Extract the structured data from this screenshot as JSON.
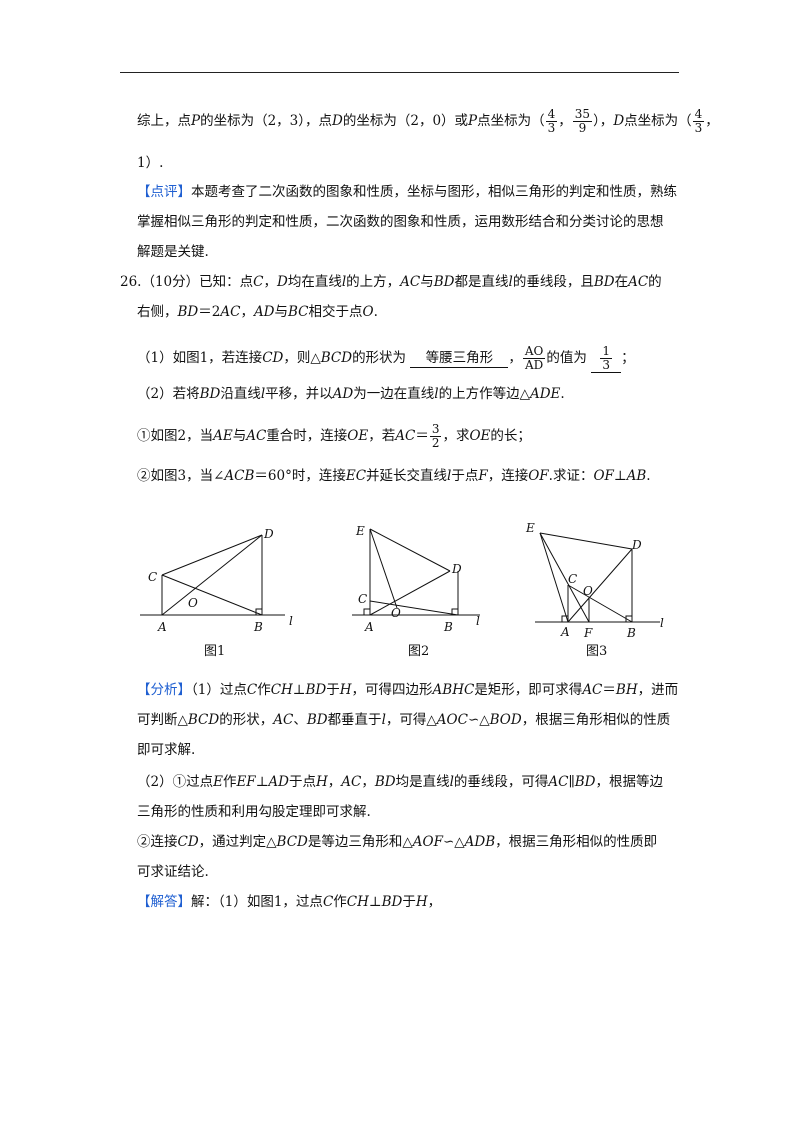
{
  "conclusion": {
    "prefix": "综上，点",
    "p1": "P",
    "t1": "的坐标为（2，3），点",
    "d1": "D",
    "t2": "的坐标为（2，0）或",
    "p2": "P",
    "t3": "点坐标为（",
    "f1_num": "4",
    "f1_den": "3",
    "comma": "，",
    "f2_num": "35",
    "f2_den": "9",
    "t4": "），",
    "d2": "D",
    "t5": "点坐标为（",
    "f3_num": "4",
    "f3_den": "3",
    "comma2": "，",
    "line2": "1）."
  },
  "comment": {
    "tag": "【点评】",
    "line1": "本题考查了二次函数的图象和性质，坐标与图形，相似三角形的判定和性质，熟练",
    "line2": "掌握相似三角形的判定和性质，二次函数的图象和性质，运用数形结合和分类讨论的思想",
    "line3": "解题是关键."
  },
  "problem": {
    "number": "26.（10分）已知：点",
    "c": "C",
    "sep1": "，",
    "d": "D",
    "t1": "均在直线",
    "l1": "l",
    "t2": "的上方，",
    "ac": "AC",
    "t3": "与",
    "bd": "BD",
    "t4": "都是直线",
    "l2": "l",
    "t5": "的垂线段，且",
    "bd2": "BD",
    "t6": "在",
    "ac2": "AC",
    "t7": "的",
    "line2_a": "右侧，",
    "bd3": "BD",
    "line2_b": "＝2",
    "ac3": "AC",
    "line2_c": "，",
    "ad": "AD",
    "line2_d": "与",
    "bc": "BC",
    "line2_e": "相交于点",
    "o": "O",
    "line2_f": "."
  },
  "part1": {
    "a": "（1）如图1，若连接",
    "cd": "CD",
    "b": "，则△",
    "bcd": "BCD",
    "c": "的形状为",
    "answer1": "等腰三角形",
    "d": "，",
    "frac_num": "AO",
    "frac_den": "AD",
    "e": "的值为",
    "ans_num": "1",
    "ans_den": "3",
    "f": "；"
  },
  "part2": {
    "a": "（2）若将",
    "bd": "BD",
    "b": "沿直线",
    "l": "l",
    "c": "平移，并以",
    "ad": "AD",
    "d": "为一边在直线",
    "l2": "l",
    "e": "的上方作等边△",
    "ade": "ADE",
    "f": "."
  },
  "sub1": {
    "a": "①如图2，当",
    "ae": "AE",
    "b": "与",
    "ac": "AC",
    "c": "重合时，连接",
    "oe": "OE",
    "d": "，若",
    "ac2": "AC",
    "e": "＝",
    "num": "3",
    "den": "2",
    "f": "，求",
    "oe2": "OE",
    "g": "的长；"
  },
  "sub2": {
    "a": "②如图3，当∠",
    "acb": "ACB",
    "b": "＝60°时，连接",
    "ec": "EC",
    "c": "并延长交直线",
    "l": "l",
    "d": "于点",
    "f1": "F",
    "e": "，连接",
    "of": "OF",
    "f": ".求证：",
    "of2": "OF",
    "g": "⊥",
    "ab": "AB",
    "h": "."
  },
  "figures": {
    "fig1": {
      "caption": "图1",
      "A": "A",
      "B": "B",
      "C": "C",
      "D": "D",
      "O": "O",
      "l": "l"
    },
    "fig2": {
      "caption": "图2",
      "A": "A",
      "B": "B",
      "C": "C",
      "D": "D",
      "O": "O",
      "E": "E",
      "l": "l"
    },
    "fig3": {
      "caption": "图3",
      "A": "A",
      "B": "B",
      "C": "C",
      "D": "D",
      "O": "O",
      "E": "E",
      "F": "F",
      "l": "l"
    }
  },
  "analysis": {
    "tag": "【分析】",
    "l1a": "（1）过点",
    "c": "C",
    "l1b": "作",
    "ch": "CH",
    "l1c": "⊥",
    "bd": "BD",
    "l1d": "于",
    "h": "H",
    "l1e": "，可得四边形",
    "abhc": "ABHC",
    "l1f": "是矩形，即可求得",
    "ac": "AC",
    "l1g": "＝",
    "bh": "BH",
    "l1h": "，进而",
    "l2a": "可判断△",
    "bcd": "BCD",
    "l2b": "的形状，",
    "ac2": "AC",
    "l2c": "、",
    "bd2": "BD",
    "l2d": "都垂直于",
    "l": "l",
    "l2e": "，可得△",
    "aoc": "AOC",
    "l2f": "∽△",
    "bod": "BOD",
    "l2g": "，根据三角形相似的性质",
    "l3": "即可求解.",
    "l4a": "（2）①过点",
    "e": "E",
    "l4b": "作",
    "ef": "EF",
    "l4c": "⊥",
    "ad": "AD",
    "l4d": "于点",
    "h2": "H",
    "l4e": "，",
    "ac3": "AC",
    "l4f": "，",
    "bd3": "BD",
    "l4g": "均是直线",
    "l_2": "l",
    "l4h": "的垂线段，可得",
    "ac4": "AC",
    "l4i": "∥",
    "bd4": "BD",
    "l4j": "，根据等边",
    "l5": "三角形的性质和利用勾股定理即可求解.",
    "l6a": "②连接",
    "cd": "CD",
    "l6b": "，通过判定△",
    "bcd2": "BCD",
    "l6c": "是等边三角形和△",
    "aof": "AOF",
    "l6d": "∽△",
    "adb": "ADB",
    "l6e": "，根据三角形相似的性质即",
    "l7": "可求证结论."
  },
  "solution": {
    "tag": "【解答】",
    "a": "解：（1）如图1，过点",
    "c": "C",
    "b": "作",
    "ch": "CH",
    "c2": "⊥",
    "bd": "BD",
    "d": "于",
    "h": "H",
    "e": "，"
  }
}
